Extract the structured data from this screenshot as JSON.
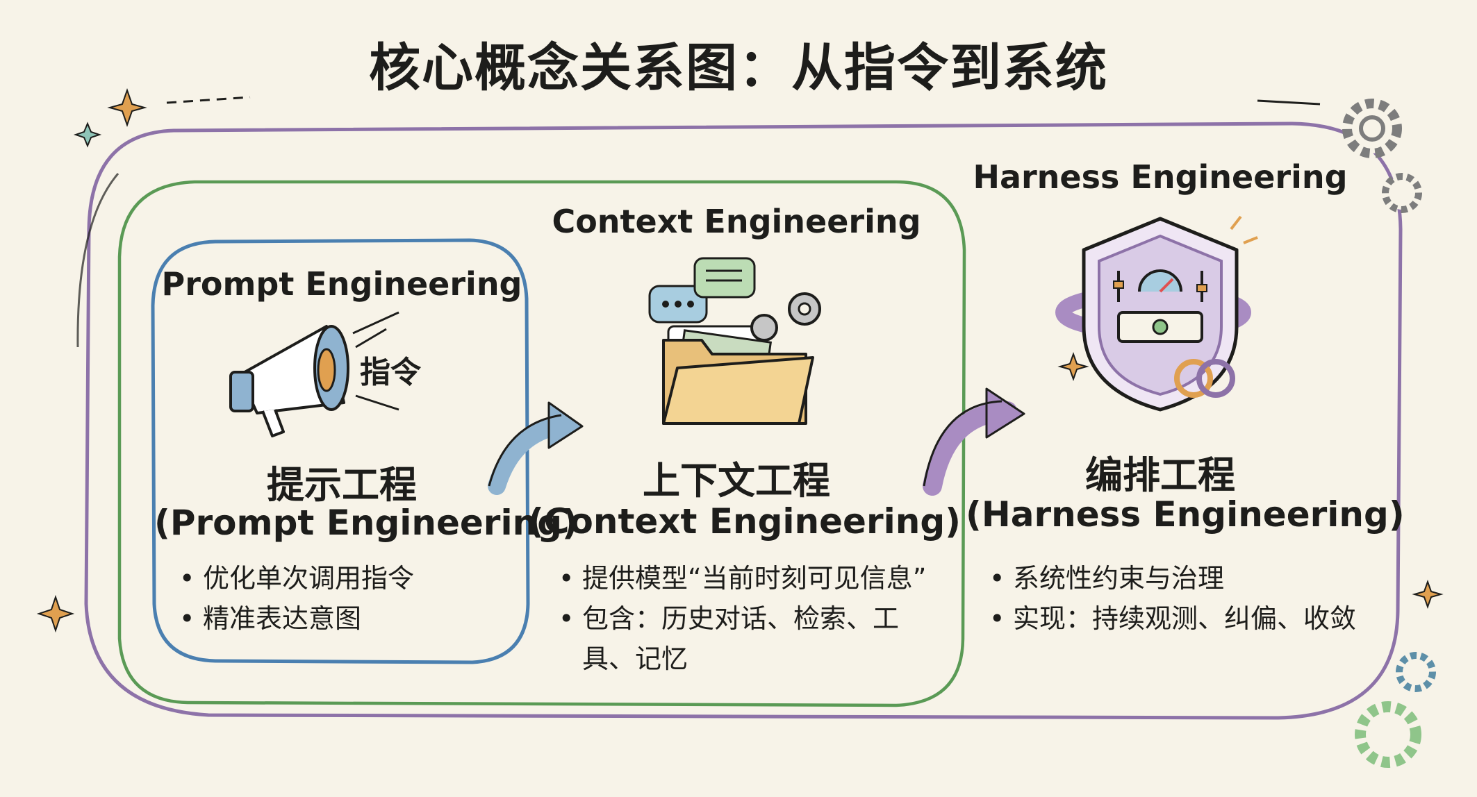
{
  "title": "核心概念关系图：从指令到系统",
  "colors": {
    "background": "#f7f3e8",
    "prompt_border": "#4a7fb0",
    "context_border": "#5a9a55",
    "harness_border": "#8d72a8",
    "arrow_blue": "#8fb3d0",
    "arrow_purple": "#a98cc2",
    "accent_orange": "#e0a050"
  },
  "prompt": {
    "heading": "Prompt Engineering",
    "icon_label": "指令",
    "name_cn": "提示工程",
    "name_en": "(Prompt Engineering)",
    "bullets": [
      "优化单次调用指令",
      "精准表达意图"
    ]
  },
  "context": {
    "heading": "Context Engineering",
    "name_cn": "上下文工程",
    "name_en": "(Context Engineering)",
    "bullets": [
      "提供模型“当前时刻可见信息”",
      "包含：历史对话、检索、工具、记忆"
    ]
  },
  "harness": {
    "heading": "Harness Engineering",
    "name_cn": "编排工程",
    "name_en": "(Harness Engineering)",
    "bullets": [
      "系统性约束与治理",
      "实现：持续观测、纠偏、收敛"
    ]
  },
  "icons": [
    "megaphone-icon",
    "folder-icon",
    "shield-icon",
    "gear-icon",
    "sparkle-icon",
    "arrow-icon"
  ]
}
